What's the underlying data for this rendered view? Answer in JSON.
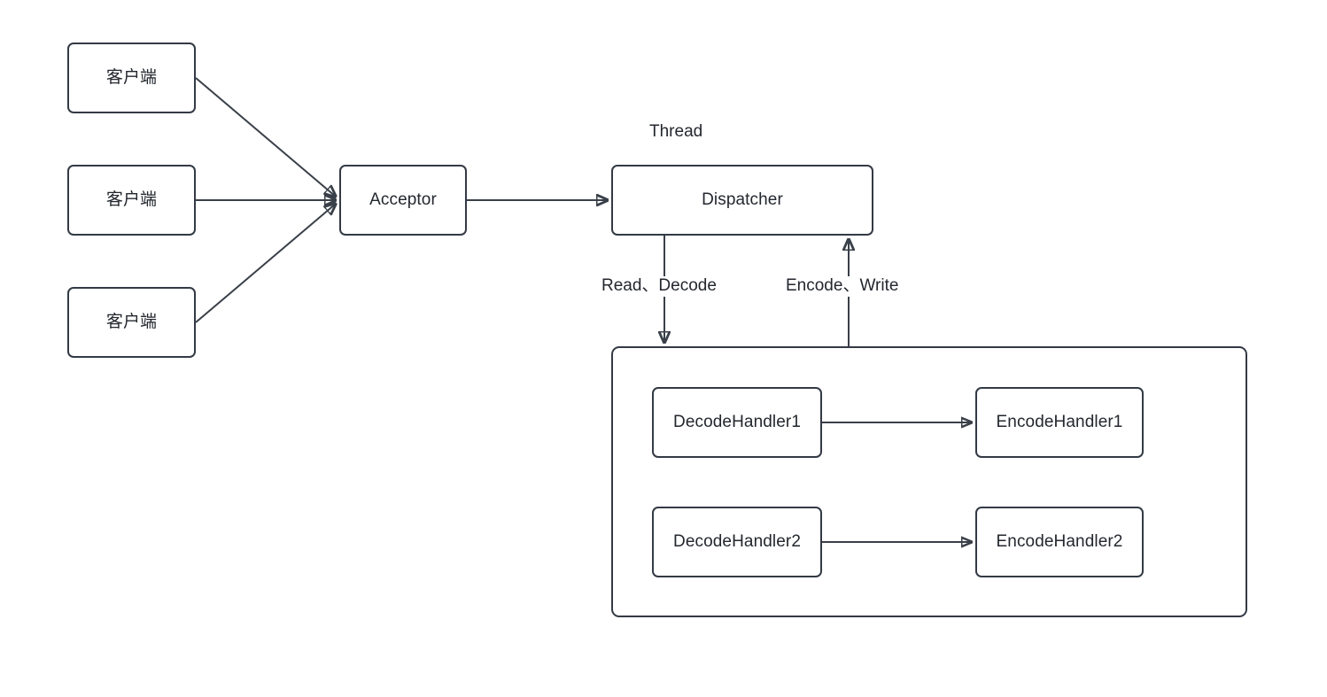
{
  "diagram": {
    "title_caption": "Thread",
    "clients": [
      {
        "label": "客户端"
      },
      {
        "label": "客户端"
      },
      {
        "label": "客户端"
      }
    ],
    "acceptor": {
      "label": "Acceptor"
    },
    "dispatcher": {
      "label": "Dispatcher"
    },
    "edge_labels": {
      "read_decode": "Read、Decode",
      "encode_write": "Encode、Write"
    },
    "handler_group": {
      "rows": [
        {
          "decode": "DecodeHandler1",
          "encode": "EncodeHandler1"
        },
        {
          "decode": "DecodeHandler2",
          "encode": "EncodeHandler2"
        }
      ]
    },
    "colors": {
      "stroke": "#333a45",
      "edge_stroke": "#3a4049",
      "text": "#23272e",
      "background": "#ffffff"
    }
  }
}
